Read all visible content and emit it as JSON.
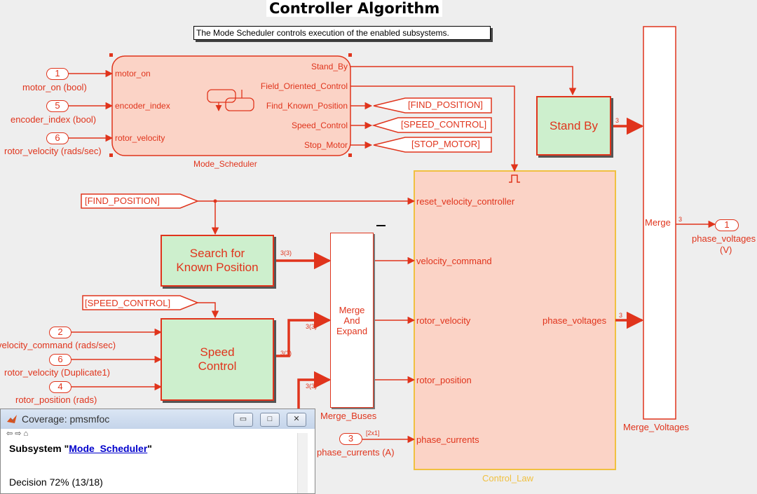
{
  "title": "Controller Algorithm",
  "note": "The Mode Scheduler controls execution of the enabled subsystems.",
  "mode_scheduler": {
    "name": "Mode_Scheduler",
    "inputs": [
      "motor_on",
      "encoder_index",
      "rotor_velocity"
    ],
    "outputs": [
      "Stand_By",
      "Field_Oriented_Control",
      "Find_Known_Position",
      "Speed_Control",
      "Stop_Motor"
    ]
  },
  "inports_top": [
    {
      "num": "1",
      "label": "motor_on (bool)"
    },
    {
      "num": "5",
      "label": "encoder_index (bool)"
    },
    {
      "num": "6",
      "label": "rotor_velocity (rads/sec)"
    }
  ],
  "inports_mid": [
    {
      "num": "2",
      "label": "velocity_command (rads/sec)"
    },
    {
      "num": "6",
      "label": "rotor_velocity (Duplicate1)"
    },
    {
      "num": "4",
      "label": "rotor_position (rads)"
    }
  ],
  "inport_currents": {
    "num": "3",
    "label": "phase_currents (A)",
    "dim": "[2x1]"
  },
  "goto_tags": [
    "[FIND_POSITION]",
    "[SPEED_CONTROL]",
    "[STOP_MOTOR]"
  ],
  "from_tags": [
    "[FIND_POSITION]",
    "[SPEED_CONTROL]"
  ],
  "stand_by": "Stand By",
  "search_block": "Search for Known Position",
  "speed_block": "Speed Control",
  "merge_buses": {
    "text": "Merge And Expand",
    "name": "Merge_Buses"
  },
  "control_law": {
    "name": "Control_Law",
    "inputs": [
      "reset_velocity_controller",
      "velocity_command",
      "rotor_velocity",
      "rotor_position",
      "phase_currents"
    ],
    "output": "phase_voltages"
  },
  "merge_voltages": {
    "text": "Merge",
    "name": "Merge_Voltages"
  },
  "outport": {
    "num": "1",
    "label1": "phase_voltages",
    "label2": "(V)"
  },
  "signal_dims": {
    "three": "3",
    "three_three": "3(3)"
  },
  "coverage_window": {
    "title": "Coverage: pmsmfoc",
    "subsystem_prefix": "Subsystem \"",
    "subsystem_link": "Mode_Scheduler",
    "subsystem_suffix": "\"",
    "decision": "Decision 72% (13/18)",
    "btn_min": "▭",
    "btn_max": "□",
    "btn_close": "✕",
    "toolbar": "⇦ ⇨ ⌂"
  },
  "colors": {
    "line": "#e0341c",
    "block_fill": "#fbd3c6",
    "green_fill": "#cdefcd",
    "control_border": "#f0c040"
  }
}
